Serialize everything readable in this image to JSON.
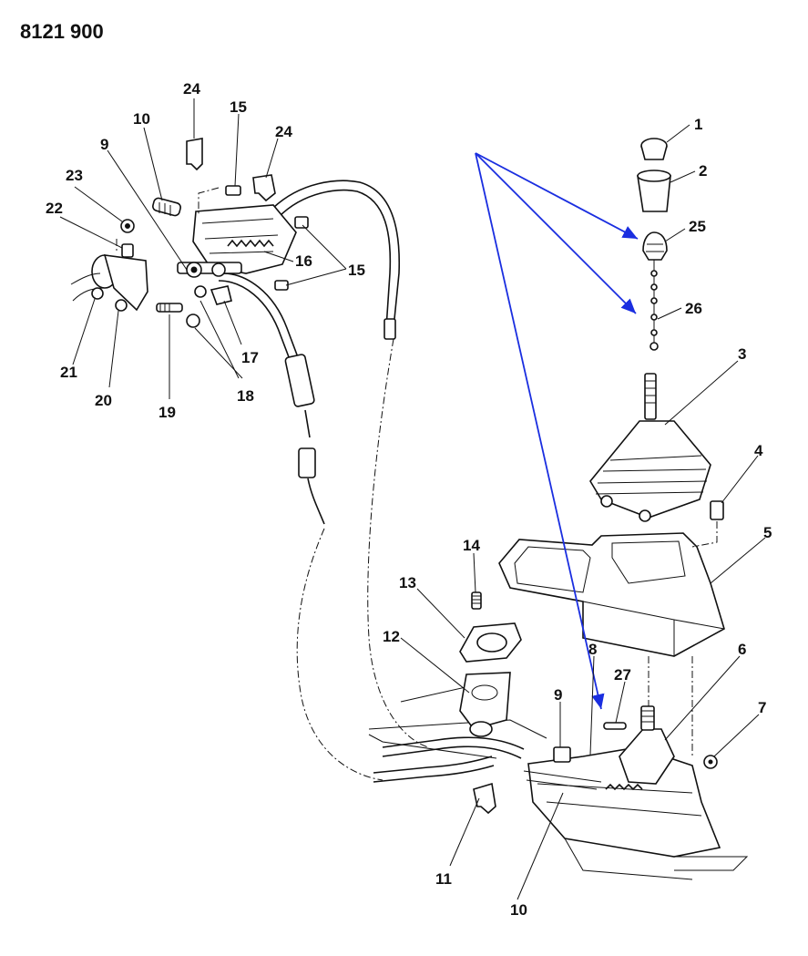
{
  "diagram": {
    "code": "8121 900",
    "labels": [
      "1",
      "2",
      "3",
      "4",
      "5",
      "6",
      "7",
      "8",
      "9",
      "9",
      "10",
      "10",
      "11",
      "12",
      "13",
      "14",
      "15",
      "15",
      "16",
      "17",
      "18",
      "19",
      "20",
      "21",
      "22",
      "23",
      "24",
      "24",
      "25",
      "26",
      "27"
    ]
  },
  "colors": {
    "arrows": "#1a2ee0",
    "ink": "#111111"
  }
}
